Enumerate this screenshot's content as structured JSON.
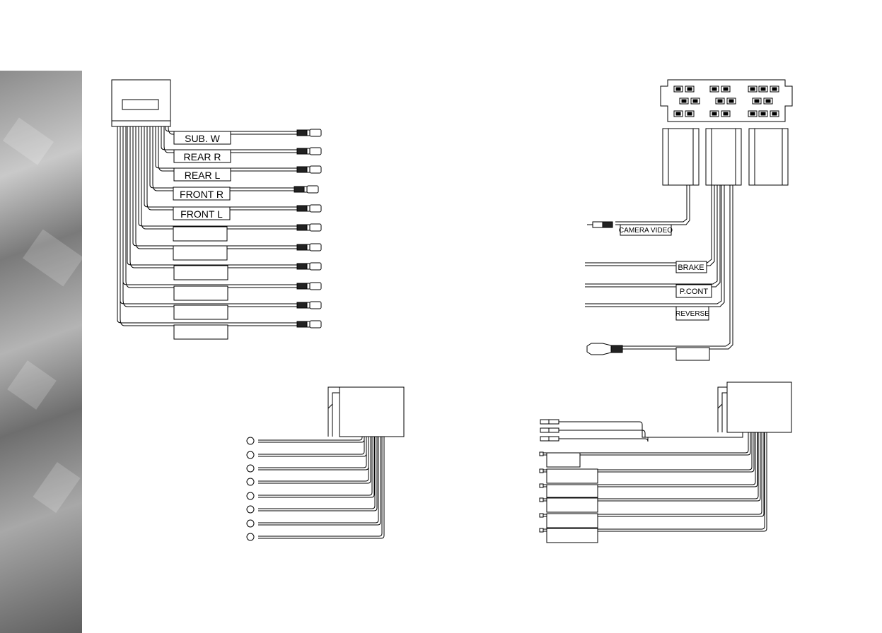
{
  "audio_harness": {
    "labels": [
      "SUB. W",
      "REAR R",
      "REAR L",
      "FRONT R",
      "FRONT L",
      "",
      "",
      "",
      "",
      "",
      ""
    ]
  },
  "iso_harness": {
    "camera_label": "CAMERA VIDEO",
    "brake_label": "BRAKE",
    "pcont_label": "P.CONT",
    "reverse_label": "REVERSE",
    "extra_label": ""
  },
  "antenna_harness": {
    "terminal_count": 8
  },
  "aux_harness": {
    "box_labels": [
      "",
      "",
      "",
      "",
      "",
      ""
    ]
  }
}
